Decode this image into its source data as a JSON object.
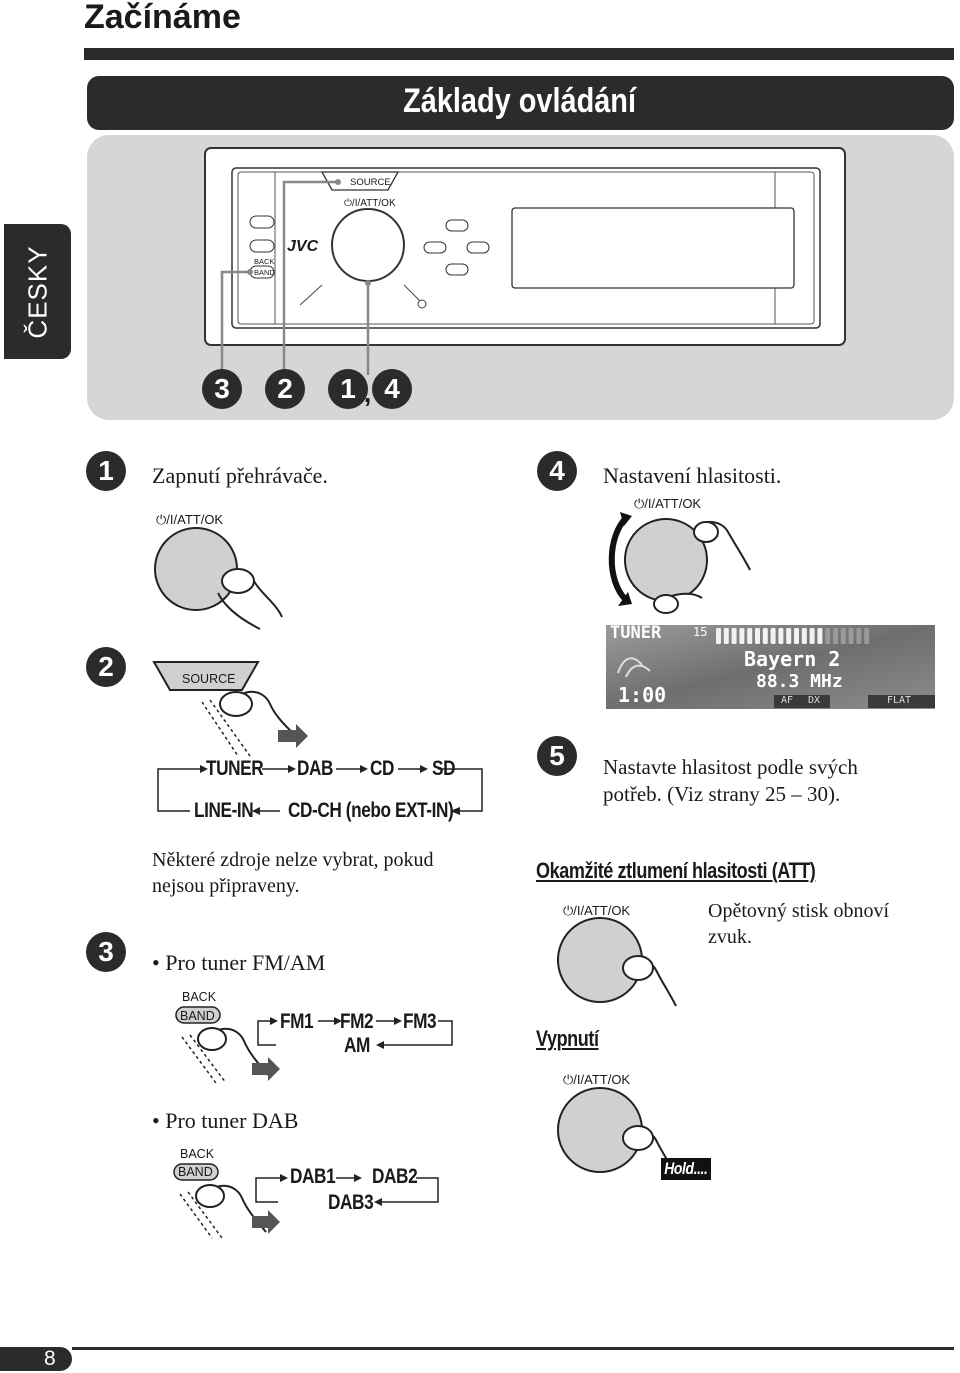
{
  "page": {
    "title": "Začínáme",
    "banner": "Základy ovládání",
    "side_tab": "ČESKY",
    "page_number": "8"
  },
  "radio": {
    "source_label": "SOURCE",
    "power_label": "⏻/I/ATT/OK",
    "back_label": "BACK",
    "band_label": "BAND",
    "brand": "JVC",
    "callouts": [
      "3",
      "2",
      "1",
      "4"
    ],
    "callout_separator": ","
  },
  "steps": {
    "s1": {
      "num": "1",
      "text": "Zapnutí přehrávače.",
      "knob_label": "⏻/I/ATT/OK"
    },
    "s4": {
      "num": "4",
      "text": "Nastavení hlasitosti.",
      "knob_label": "⏻/I/ATT/OK"
    },
    "s2": {
      "num": "2",
      "source_label": "SOURCE",
      "cycle_top": [
        "TUNER",
        "DAB",
        "CD",
        "SD"
      ],
      "cycle_bottom": [
        "LINE-IN",
        "CD-CH (nebo EXT-IN)"
      ],
      "note": "Některé zdroje nelze vybrat, pokud nejsou připraveny.",
      "note_line1": "Některé zdroje nelze vybrat, pokud",
      "note_line2": "nejsou připraveny."
    },
    "s5": {
      "num": "5",
      "line1": "Nastavte hlasitost podle svých",
      "line2": "potřeb. (Viz strany 25 – 30)."
    },
    "s3": {
      "num": "3",
      "fm_title": "Pro tuner FM/AM",
      "fm_cycle_top": [
        "FM1",
        "FM2",
        "FM3"
      ],
      "fm_cycle_bottom": "AM",
      "dab_title": "Pro tuner DAB",
      "dab_cycle_top": [
        "DAB1",
        "DAB2"
      ],
      "dab_cycle_bottom": "DAB3",
      "back_label": "BACK",
      "band_label": "BAND"
    }
  },
  "display": {
    "source": "TUNER",
    "volume": "15",
    "station": "Bayern 2",
    "frequency": "88.3 MHz",
    "clock": "1:00",
    "indicators": [
      "AF",
      "DX"
    ],
    "eq": "FLAT",
    "volume_level": 0.7
  },
  "att": {
    "title": "Okamžité ztlumení hlasitosti (ATT)",
    "knob_label": "⏻/I/ATT/OK",
    "restore_line1": "Opětovný stisk obnoví",
    "restore_line2": "zvuk."
  },
  "off": {
    "title": "Vypnutí",
    "knob_label": "⏻/I/ATT/OK",
    "hold": "Hold...."
  }
}
